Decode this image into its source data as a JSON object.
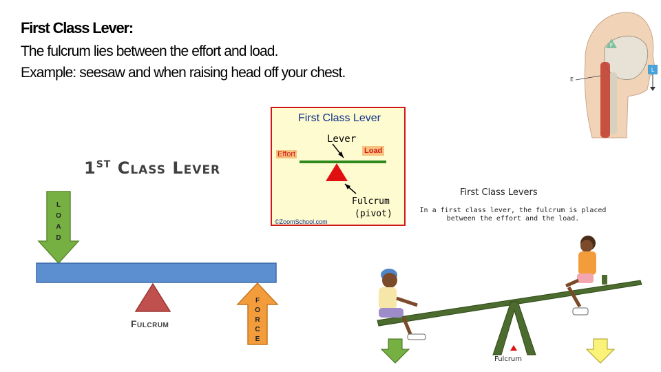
{
  "header": {
    "title": "First Class Lever:",
    "line1": "The fulcrum lies between the effort and load.",
    "line2": "Example: seesaw and when raising head off your chest."
  },
  "diagram_basic": {
    "title_num": "1",
    "title_sup": "ST",
    "title_text": "Class Lever",
    "load_letters": [
      "L",
      "O",
      "A",
      "D"
    ],
    "force_letters": [
      "F",
      "O",
      "R",
      "C",
      "E"
    ],
    "fulcrum": "Fulcrum"
  },
  "diagram_zoom": {
    "title": "First Class Lever",
    "lever": "Lever",
    "effort": "Effort",
    "load": "Load",
    "fulcrum_line1": "Fulcrum",
    "fulcrum_line2": "(pivot)",
    "copyright": "©ZoomSchool.com"
  },
  "diagram_head": {
    "f_label": "F",
    "l_label": "L",
    "e_label": "E"
  },
  "diagram_seesaw": {
    "title": "First Class Levers",
    "desc": "In a first class lever, the fulcrum is placed between the effort and the load.",
    "fulcrum": "Fulcrum"
  },
  "colors": {
    "beam_blue": "#5b8fd0",
    "load_green": "#77b042",
    "force_orange": "#f39c3c",
    "fulcrum_red": "#c0504d",
    "zoom_border": "#d01818",
    "zoom_bg": "#fffbd0"
  }
}
